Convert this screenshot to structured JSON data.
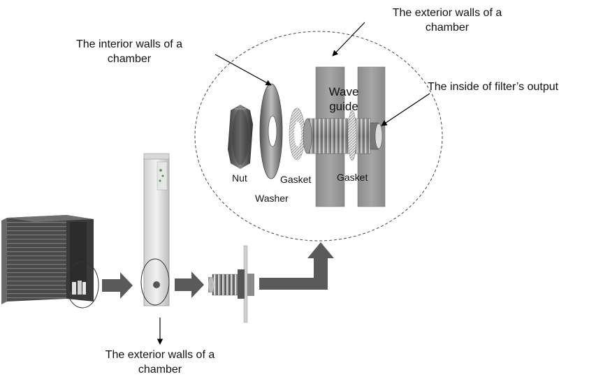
{
  "labels": {
    "exterior_top_line1": "The exterior walls of a",
    "exterior_top_line2": "chamber",
    "interior_line1": "The interior walls of a",
    "interior_line2": "chamber",
    "filter_output": "The inside of filter’s output",
    "wave_line1": "Wave",
    "wave_line2": "guide",
    "nut": "Nut",
    "washer": "Washer",
    "gasket_left": "Gasket",
    "gasket_right": "Gasket",
    "exterior_bottom_line1": "The exterior walls of a",
    "exterior_bottom_line2": "chamber"
  }
}
